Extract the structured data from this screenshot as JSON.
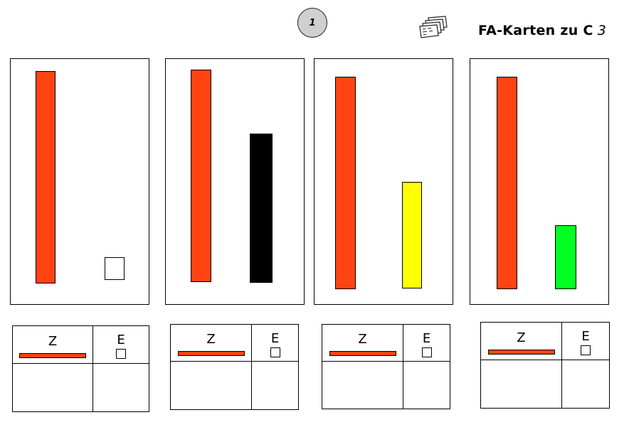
{
  "header": {
    "badge_number": "1",
    "title": "FA-Karten zu C",
    "title_number": "3",
    "icon": "stacked-cards-icon"
  },
  "colors": {
    "ten_bar": "#ff4411",
    "unit_colors": [
      "#ffffff",
      "#000000",
      "#ffff00",
      "#00ff22"
    ]
  },
  "cards": [
    {
      "unit_color": "#ffffff"
    },
    {
      "unit_color": "#000000"
    },
    {
      "unit_color": "#ffff00"
    },
    {
      "unit_color": "#00ff22"
    }
  ],
  "answer_tables": [
    {
      "col_z": "Z",
      "col_e": "E"
    },
    {
      "col_z": "Z",
      "col_e": "E"
    },
    {
      "col_z": "Z",
      "col_e": "E"
    },
    {
      "col_z": "Z",
      "col_e": "E"
    }
  ]
}
